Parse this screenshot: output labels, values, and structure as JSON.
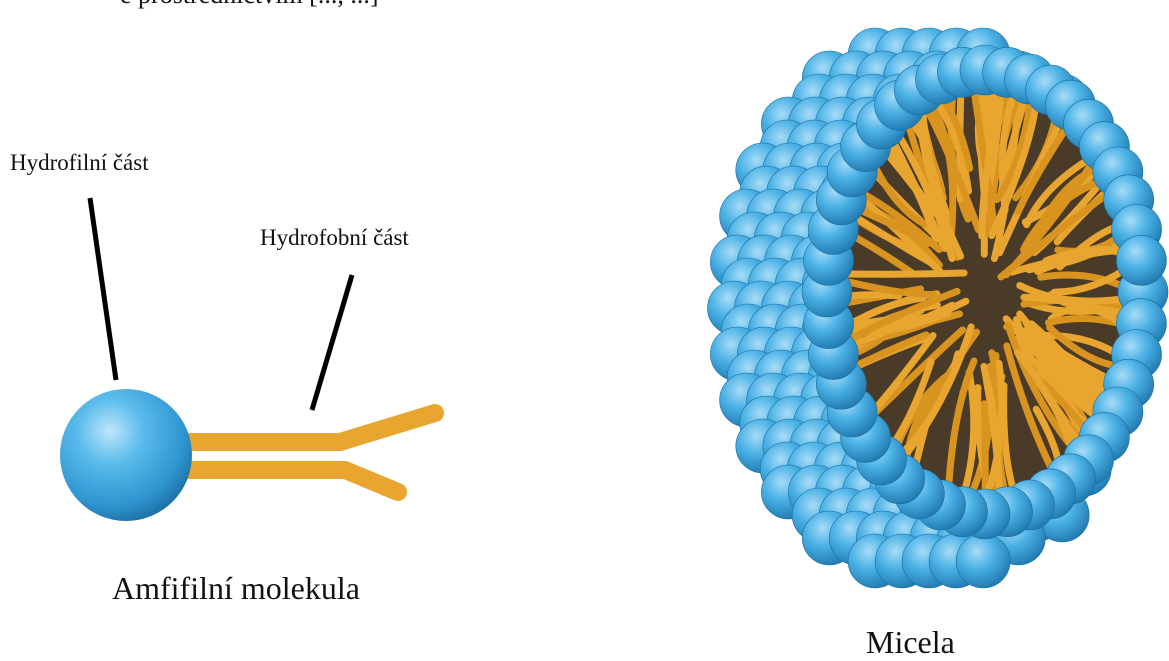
{
  "top_fragment": "e prostřednictvím [..., ...]",
  "labels": {
    "hydrophilic": "Hydrofilní část",
    "hydrophobic": "Hydrofobní část"
  },
  "captions": {
    "amphiphilic_molecule": "Amfifilní molekula",
    "micelle": "Micela"
  },
  "colors": {
    "head_blue": "#4fb3e8",
    "head_blue_dark": "#1f7fb8",
    "tail_orange": "#e8a530",
    "core_dark": "#4a3b28",
    "pointer_line": "#000000"
  }
}
